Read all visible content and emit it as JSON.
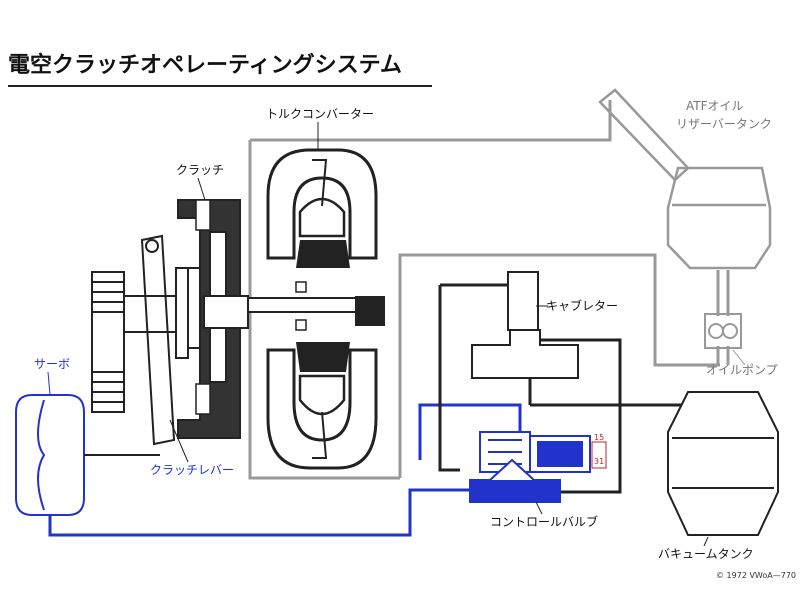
{
  "title": "電空クラッチオペレーティングシステム",
  "labels": {
    "torque_converter": "トルクコンバーター",
    "clutch": "クラッチ",
    "atf_reservoir_line1": "ATFオイル",
    "atf_reservoir_line2": "リザーバータンク",
    "carburetor": "キャブレター",
    "oil_pump": "オイルポンプ",
    "servo": "サーボ",
    "clutch_lever": "クラッチレバー",
    "control_valve": "コントロールバルブ",
    "vacuum_tank": "バキュームタンク",
    "copyright": "© 1972 VWoA—770",
    "terminal_15": "15",
    "terminal_31": "31"
  },
  "colors": {
    "vacuum_circuit": "#2233cc",
    "oil_circuit": "#999999",
    "mechanical": "#222222",
    "electric_terminal": "#cc2222"
  }
}
